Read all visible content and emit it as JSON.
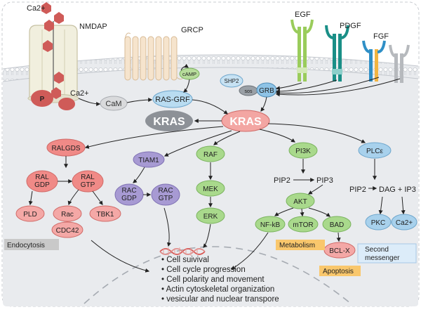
{
  "colors": {
    "membrane_fill": "#e9ebee",
    "red": "#f08a87",
    "red_stroke": "#d06a67",
    "green": "#a9d98c",
    "green_stroke": "#7ab35e",
    "blue": "#a8d1ec",
    "blue_stroke": "#6ea6cc",
    "purple": "#a79ad3",
    "purple_stroke": "#7f71b3",
    "kras_gray": "#8d9197",
    "kras_red": "#f3a6a3",
    "grb": "#8ec3e6",
    "highlight_yellow": "#f9c76c",
    "second_messenger_box": "#dcecf9",
    "endocytosis_box": "#c9c9c9"
  },
  "receptors": {
    "ca_top": "Ca2+",
    "nmdap": "NMDAP",
    "p": "P",
    "ca_side": "Ca2+",
    "cam": "CaM",
    "grcp": "GRCP",
    "camp": "cAMP",
    "egf": "EGF",
    "pdgf": "PDGF",
    "fgf": "FGF",
    "shp2": "SHP2",
    "sos": "sos",
    "grb": "GRB",
    "ras_grf": "RAS-GRF"
  },
  "kras": {
    "gray": "KRAS",
    "main": "KRAS"
  },
  "ral_branch": {
    "ralgds": "RALGDS",
    "ral_gdp": [
      "RAL",
      "GDP"
    ],
    "ral_gtp": [
      "RAL",
      "GTP"
    ],
    "pld": "PLD",
    "rac": "Rac",
    "cdc42": "CDC42",
    "tbk1": "TBK1",
    "endocytosis": "Endocytosis"
  },
  "tiam_branch": {
    "tiam1": "TIAM1",
    "rac_gdp": [
      "RAC",
      "GDP"
    ],
    "rac_gtp": [
      "RAC",
      "GTP"
    ]
  },
  "raf_branch": {
    "raf": "RAF",
    "mek": "MEK",
    "erk": "ERK"
  },
  "pi3k_branch": {
    "pi3k": "PI3K",
    "pip2": "PIP2",
    "pip3": "PIP3",
    "akt": "AKT",
    "nfkb": "NF-kB",
    "mtor": "mTOR",
    "bad": "BAD",
    "bclx": "BCL-X",
    "metabolism": "Metabolism",
    "apoptosis": "Apoptosis"
  },
  "plc_branch": {
    "plce": "PLCε",
    "pip2": "PIP2",
    "dag_ip3": "DAG + IP3",
    "pkc": "PKC",
    "ca": "Ca2+",
    "second_messenger": [
      "Second",
      "messenger"
    ]
  },
  "outcomes": [
    "Cell suivival",
    "Cell cycle progression",
    "Cell polarity and movement",
    "Actin cytoskeletal organization",
    "vesicular and nuclear transpore"
  ]
}
